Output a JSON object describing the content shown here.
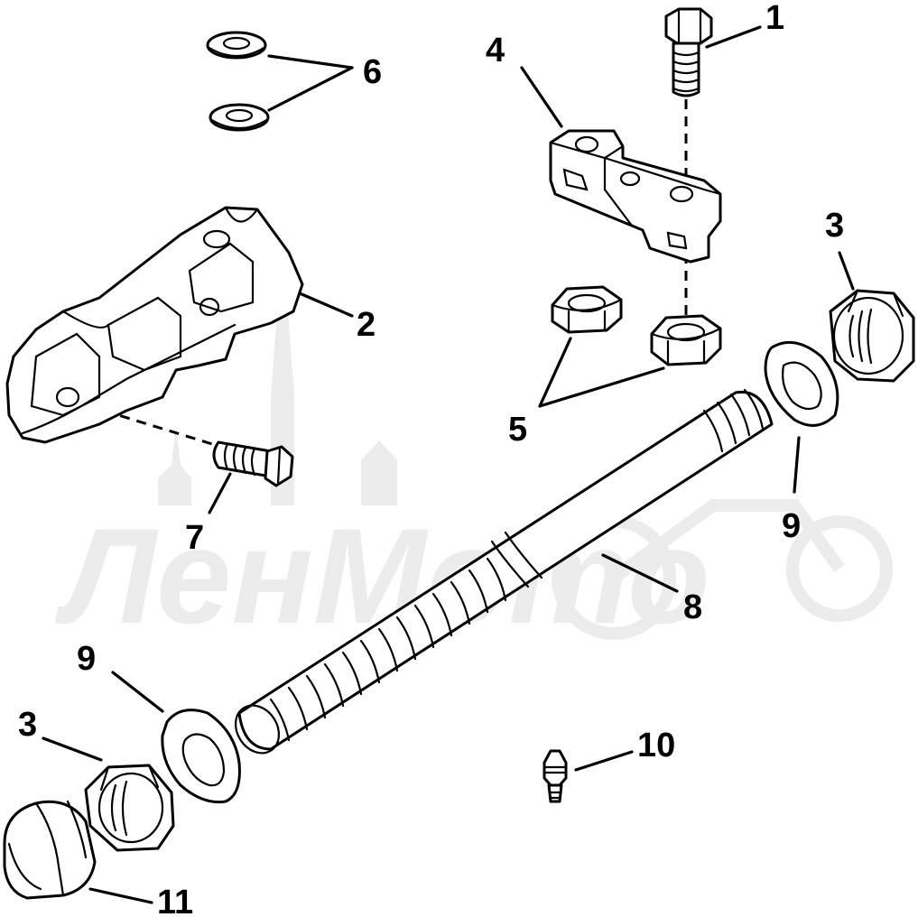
{
  "diagram": {
    "callouts": {
      "c1": "1",
      "c2": "2",
      "c3a": "3",
      "c3b": "3",
      "c4": "4",
      "c5": "5",
      "c6": "6",
      "c7": "7",
      "c8": "8",
      "c9a": "9",
      "c9b": "9",
      "c10": "10",
      "c11": "11"
    },
    "watermark": {
      "text": "ЛенМото"
    }
  }
}
